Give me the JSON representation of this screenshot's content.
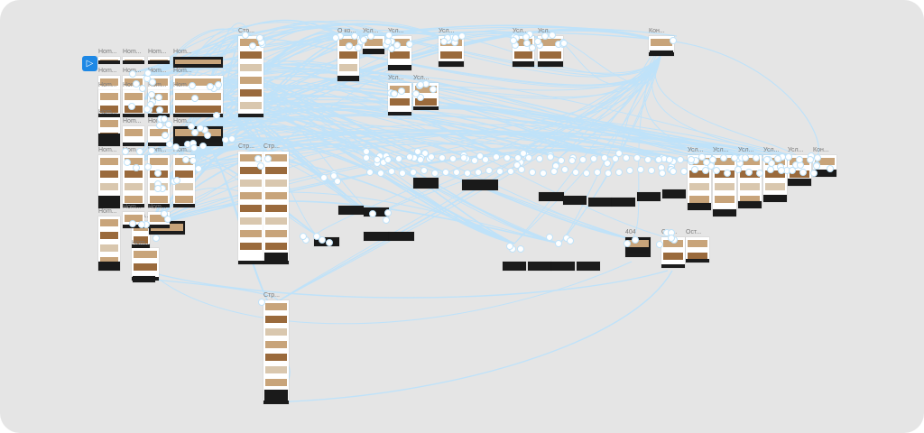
{
  "prototype": {
    "start_button": {
      "icon": "play-icon",
      "glyph": "▷"
    },
    "accent_color": "#1e88e5",
    "link_color": "#bfe2f9",
    "canvas_color": "#e5e5e5",
    "frames": [
      {
        "id": "f1",
        "label": "Hom..."
      },
      {
        "id": "f2",
        "label": "Hom..."
      },
      {
        "id": "f3",
        "label": "Hom..."
      },
      {
        "id": "f4",
        "label": "Hom..."
      },
      {
        "id": "f5",
        "label": "Hom..."
      },
      {
        "id": "f6",
        "label": "Hom..."
      },
      {
        "id": "f7",
        "label": "Hom..."
      },
      {
        "id": "f8",
        "label": "Hom..."
      },
      {
        "id": "f9",
        "label": "Hom..."
      },
      {
        "id": "f10",
        "label": "Hom..."
      },
      {
        "id": "f11",
        "label": "Hom..."
      },
      {
        "id": "f12",
        "label": "Hom..."
      },
      {
        "id": "f13",
        "label": "Hom..."
      },
      {
        "id": "f14",
        "label": "Hom..."
      },
      {
        "id": "f15",
        "label": "Hom..."
      },
      {
        "id": "f16",
        "label": "Hom..."
      },
      {
        "id": "f17",
        "label": "Hom..."
      },
      {
        "id": "f18",
        "label": "Hom..."
      },
      {
        "id": "f19",
        "label": "Hom..."
      },
      {
        "id": "f20",
        "label": "Hom..."
      },
      {
        "id": "f21",
        "label": "Hom..."
      },
      {
        "id": "f22",
        "label": "Hom..."
      },
      {
        "id": "f23",
        "label": "Hom..."
      },
      {
        "id": "f24",
        "label": "Hom..."
      },
      {
        "id": "f25",
        "label": "Hom..."
      },
      {
        "id": "f26",
        "label": "Hom..."
      },
      {
        "id": "s1",
        "label": "Стр..."
      },
      {
        "id": "s2",
        "label": "Стр..."
      },
      {
        "id": "s3",
        "label": "Стр..."
      },
      {
        "id": "s4",
        "label": "Стр..."
      },
      {
        "id": "o1",
        "label": "О ко..."
      },
      {
        "id": "u1",
        "label": "Усл..."
      },
      {
        "id": "u2",
        "label": "Усл..."
      },
      {
        "id": "u3",
        "label": "Усл..."
      },
      {
        "id": "u4",
        "label": "Усл..."
      },
      {
        "id": "u5",
        "label": "Усл..."
      },
      {
        "id": "u6",
        "label": "Усл..."
      },
      {
        "id": "u7",
        "label": "Усл..."
      },
      {
        "id": "u8",
        "label": "Усл..."
      },
      {
        "id": "u9",
        "label": "Усл..."
      },
      {
        "id": "u10",
        "label": "Усл..."
      },
      {
        "id": "u11",
        "label": "Усл..."
      },
      {
        "id": "u12",
        "label": "Усл..."
      },
      {
        "id": "k1",
        "label": "Кон..."
      },
      {
        "id": "k2",
        "label": "Кон..."
      },
      {
        "id": "e404",
        "label": "404"
      },
      {
        "id": "t1",
        "label": "Ост..."
      },
      {
        "id": "t2",
        "label": "Ост..."
      }
    ]
  }
}
